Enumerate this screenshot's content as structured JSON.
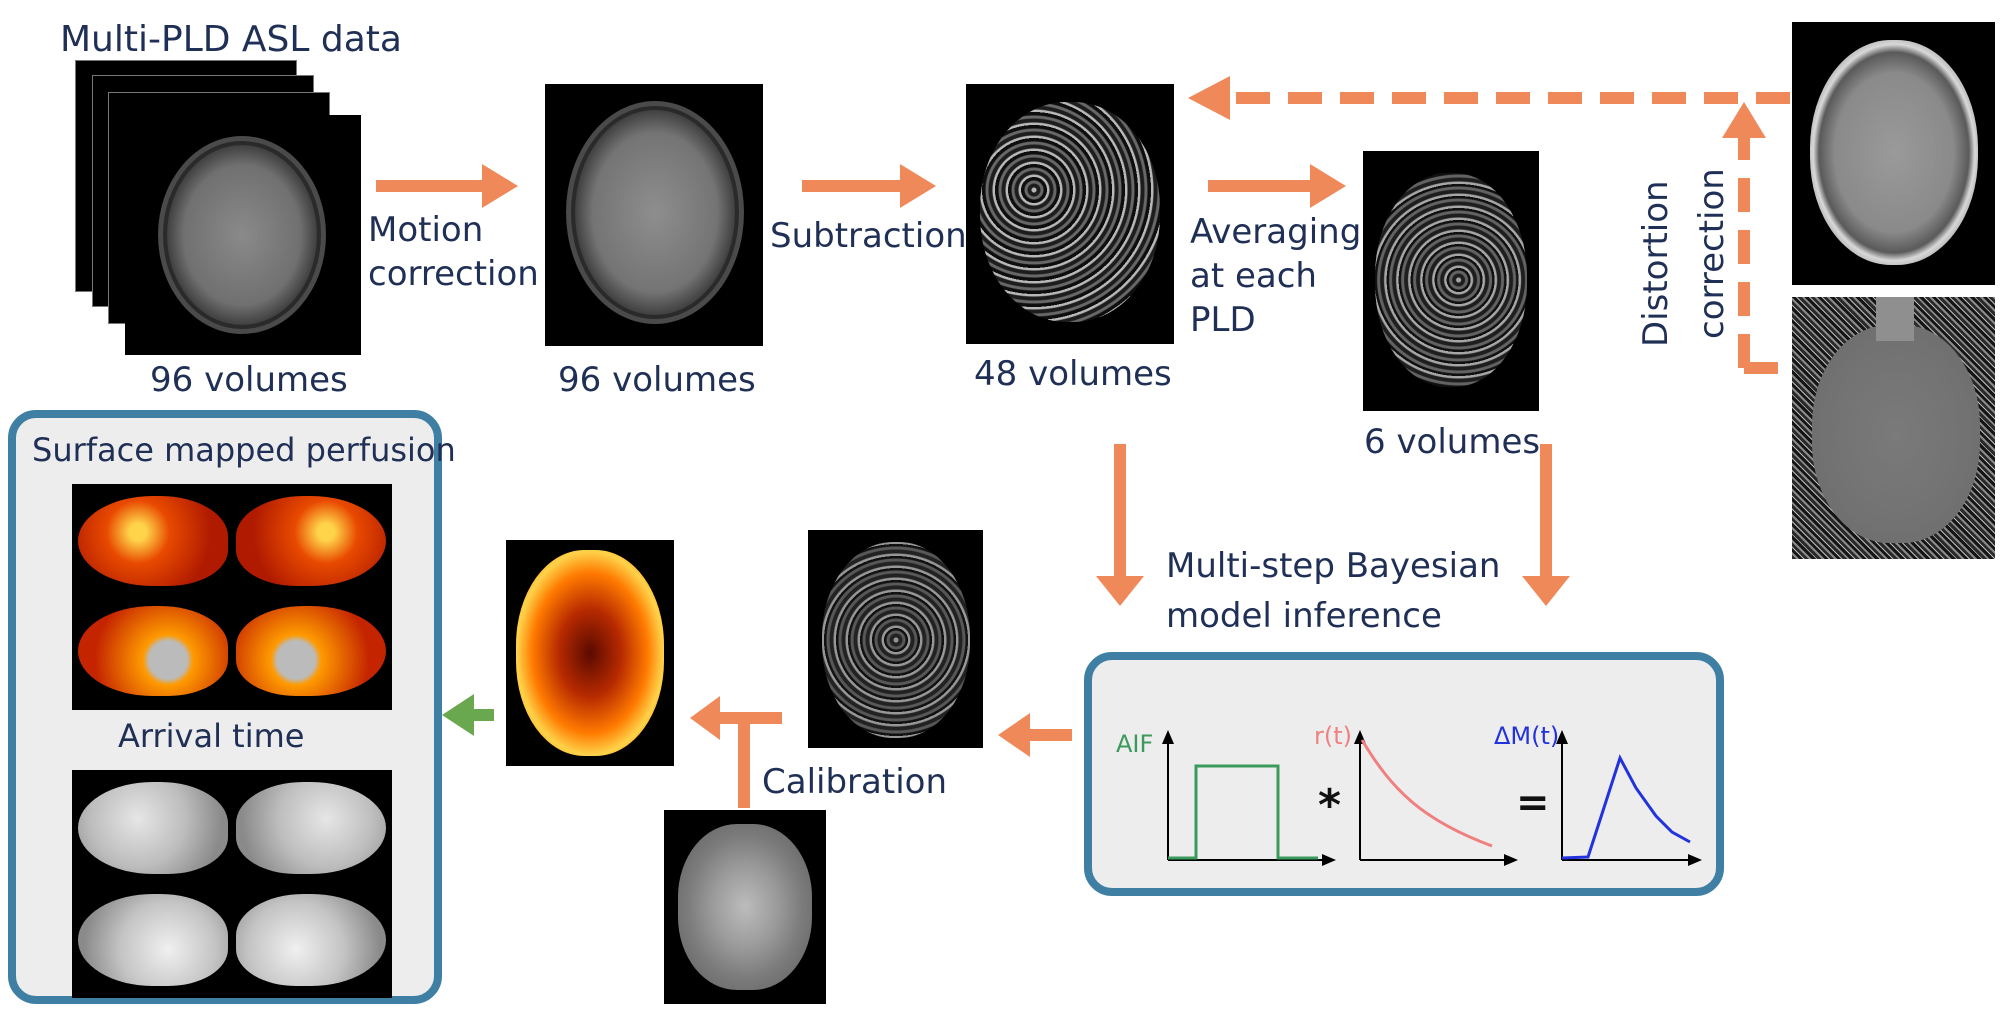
{
  "title": "Multi-PLD ASL data",
  "volumes": {
    "v1": "96 volumes",
    "v2": "96 volumes",
    "v3": "48 volumes",
    "v4": "6 volumes"
  },
  "steps": {
    "motion": [
      "Motion",
      "correction"
    ],
    "subtraction": "Subtraction",
    "averaging": [
      "Averaging",
      "at each",
      "PLD"
    ],
    "distortion": [
      "Distortion",
      "correction"
    ],
    "bayes": [
      "Multi-step Bayesian",
      "model inference"
    ],
    "calibration": "Calibration"
  },
  "model": {
    "aif": "AIF",
    "rt": "r(t)",
    "dmt": "ΔM(t)",
    "star": "*",
    "equals": "="
  },
  "output": {
    "surface": "Surface mapped perfusion",
    "arrival": "Arrival time"
  },
  "colors": {
    "arrow": "#f0895a",
    "green_arrow": "#6aa84f",
    "box_border": "#3e7fa3",
    "box_fill": "#ededed",
    "text": "#1f2f55",
    "aif": "#3a9a5b",
    "rt": "#f08080",
    "dmt": "#2233dd"
  }
}
